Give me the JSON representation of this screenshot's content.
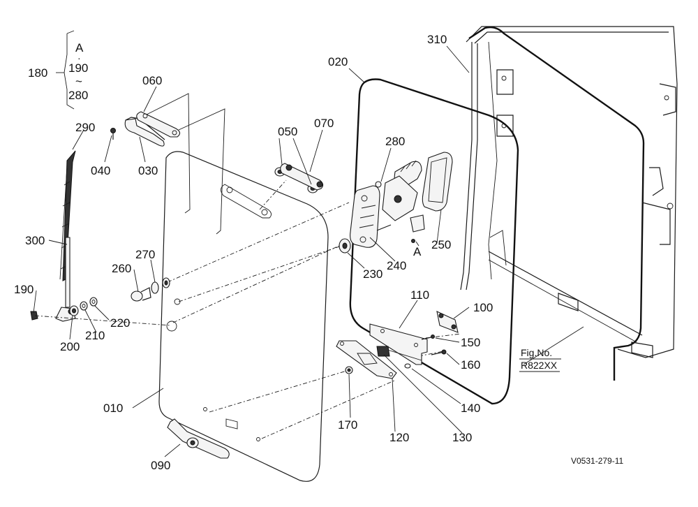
{
  "callouts": {
    "p180": "180",
    "p180_range_a": "A",
    "p180_range_start": "190",
    "p180_range_tilde": "~",
    "p180_range_end": "280",
    "p010": "010",
    "p020": "020",
    "p030": "030",
    "p040": "040",
    "p050": "050",
    "p060": "060",
    "p070": "070",
    "p090": "090",
    "p100": "100",
    "p110": "110",
    "p120": "120",
    "p130": "130",
    "p140": "140",
    "p150": "150",
    "p160": "160",
    "p170": "170",
    "p190": "190",
    "p200": "200",
    "p210": "210",
    "p220": "220",
    "p230": "230",
    "p240": "240",
    "p250": "250",
    "p260": "260",
    "p270": "270",
    "p280": "280",
    "p290": "290",
    "p300": "300",
    "p310": "310",
    "ref_a": "A"
  },
  "fig_ref": {
    "label": "Fig.No.",
    "number": "R822XX"
  },
  "drawing_id": "V0531-279-11"
}
